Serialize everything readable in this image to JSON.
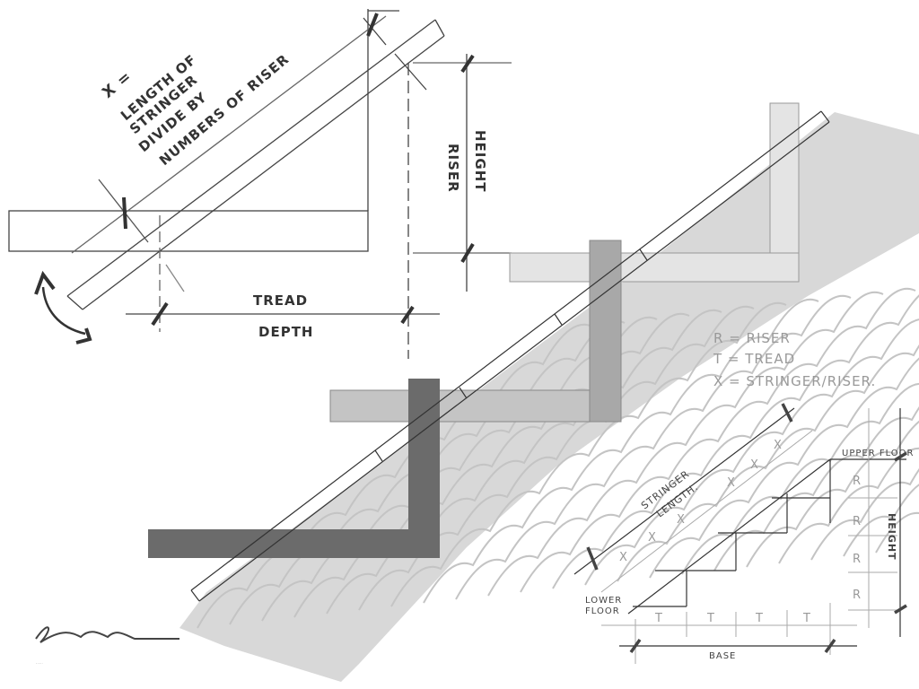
{
  "left_diagram": {
    "note_lines": [
      "X =",
      "LENGTH OF",
      "STRINGER",
      "DIVIDE   BY",
      "NUMBERS OF RISER"
    ],
    "riser_label": [
      "RISER",
      "HEIGHT"
    ],
    "tread_label": [
      "TREAD",
      "DEPTH"
    ]
  },
  "legend": {
    "lines": [
      "R = RISER",
      "T = TREAD",
      "X = STRINGER/RISER."
    ]
  },
  "small_diagram": {
    "stringer_label": [
      "STRINGER",
      "LENGTH."
    ],
    "x_marks": [
      "X",
      "X",
      "X",
      "X",
      "X",
      "X"
    ],
    "upper_floor": "UPPER FLOOR",
    "lower_floor": [
      "LOWER",
      "FLOOR"
    ],
    "r_marks": [
      "R",
      "R",
      "R",
      "R"
    ],
    "t_marks": [
      "T",
      "T",
      "T",
      "T"
    ],
    "height_label": "HEIGHT",
    "base_label": "BASE"
  },
  "signature": "Sumbu",
  "colors": {
    "ink": "#333333",
    "light_gray": "#d9d9d9",
    "mid_gray": "#a6a6a6",
    "dark_gray": "#6b6b6b",
    "wood": "#d6d6d6"
  }
}
